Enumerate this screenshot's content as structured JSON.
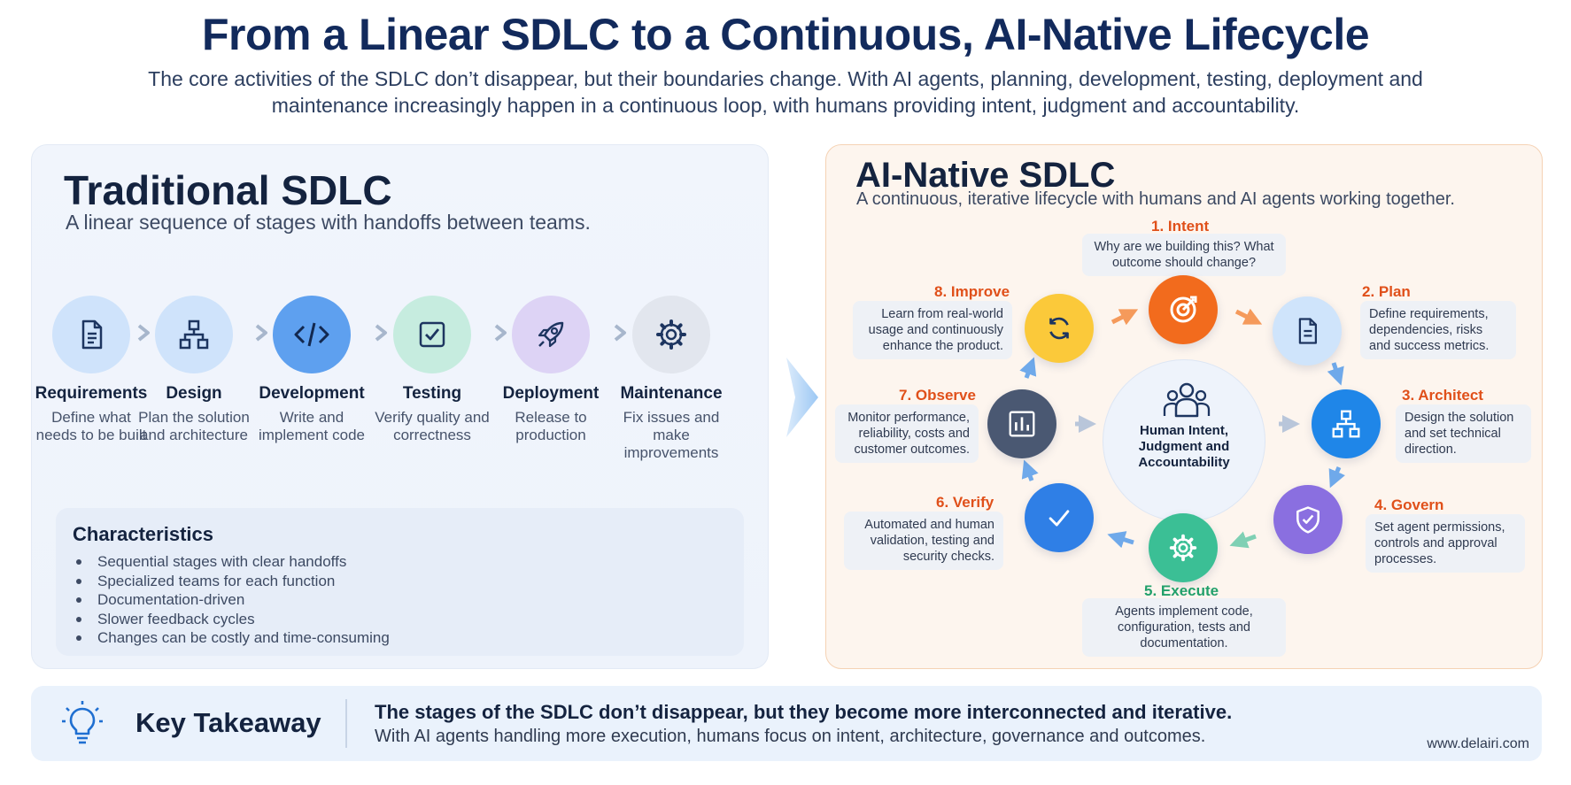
{
  "header": {
    "title": "From a Linear SDLC to a Continuous, AI-Native Lifecycle",
    "subtitle": "The core activities of the SDLC don’t disappear, but their boundaries change. With AI agents, planning, development, testing, deployment and maintenance increasingly happen in a continuous loop, with humans providing intent, judgment and accountability."
  },
  "traditional": {
    "title": "Traditional SDLC",
    "subtitle": "A linear sequence of stages with handoffs between teams.",
    "stages": [
      {
        "name": "Requirements",
        "desc": "Define what needs to be built",
        "icon": "document-icon",
        "color": "#cfe3fb"
      },
      {
        "name": "Design",
        "desc": "Plan the solution and architecture",
        "icon": "hierarchy-icon",
        "color": "#cfe3fb"
      },
      {
        "name": "Development",
        "desc": "Write and implement code",
        "icon": "code-icon",
        "color": "#5ea0ef"
      },
      {
        "name": "Testing",
        "desc": "Verify quality and correctness",
        "icon": "checkbox-icon",
        "color": "#c6ecdf"
      },
      {
        "name": "Deployment",
        "desc": "Release to production",
        "icon": "rocket-icon",
        "color": "#ddd3f5"
      },
      {
        "name": "Maintenance",
        "desc": "Fix issues and make improvements",
        "icon": "gear-icon",
        "color": "#e2e6ee"
      }
    ],
    "characteristics": {
      "title": "Characteristics",
      "items": [
        "Sequential stages with clear handoffs",
        "Specialized teams for each function",
        "Documentation-driven",
        "Slower feedback cycles",
        "Changes can be costly and time-consuming"
      ]
    }
  },
  "ai_native": {
    "title": "AI-Native SDLC",
    "subtitle": "A continuous, iterative lifecycle with humans and AI agents working together.",
    "center": "Human Intent, Judgment and Accountability",
    "steps": [
      {
        "title": "1. Intent",
        "text": "Why are we building this? What outcome should change?",
        "icon": "target-icon",
        "color": "#f26b1d",
        "title_color": "#e0501a"
      },
      {
        "title": "2. Plan",
        "text": "Define requirements, dependencies, risks and success metrics.",
        "icon": "document-icon",
        "color": "#cfe4fb",
        "title_color": "#e0501a"
      },
      {
        "title": "3. Architect",
        "text": "Design the solution and set technical direction.",
        "icon": "hierarchy-icon",
        "color": "#1f86e8",
        "title_color": "#e0501a"
      },
      {
        "title": "4. Govern",
        "text": "Set agent permissions, controls and approval processes.",
        "icon": "shield-icon",
        "color": "#8a6fe0",
        "title_color": "#e0501a"
      },
      {
        "title": "5. Execute",
        "text": "Agents implement code, configuration, tests and documentation.",
        "icon": "gear-icon",
        "color": "#3bbf95",
        "title_color": "#22a06b"
      },
      {
        "title": "6. Verify",
        "text": "Automated and human validation, testing and security checks.",
        "icon": "check-icon",
        "color": "#2f7fe6",
        "title_color": "#e0501a"
      },
      {
        "title": "7. Observe",
        "text": "Monitor performance, reliability, costs and customer outcomes.",
        "icon": "chart-icon",
        "color": "#4a5872",
        "title_color": "#e0501a"
      },
      {
        "title": "8. Improve",
        "text": "Learn from real-world usage and continuously enhance the product.",
        "icon": "refresh-icon",
        "color": "#fbc93a",
        "title_color": "#e0501a"
      }
    ]
  },
  "takeaway": {
    "label": "Key Takeaway",
    "main": "The stages of the SDLC don’t disappear, but they become more interconnected and iterative.",
    "sub": "With AI agents handling more execution, humans focus on intent, architecture, governance and outcomes.",
    "url": "www.delairi.com"
  }
}
